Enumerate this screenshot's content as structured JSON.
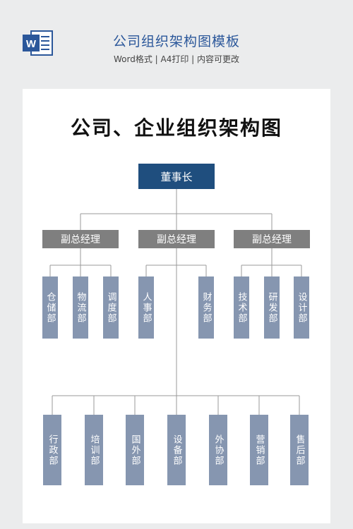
{
  "header": {
    "title": "公司组织架构图模板",
    "subtitle": "Word格式 | A4打印 | 内容可更改",
    "icon": "word-document-icon"
  },
  "doc": {
    "title": "公司、企业组织架构图"
  },
  "colors": {
    "chair": "#1f4e7e",
    "vice_president": "#7f7f7f",
    "department": "#8696b0",
    "connector": "#9a9a9a"
  },
  "org": {
    "chair": "董事长",
    "vice_presidents": [
      "副总经理",
      "副总经理",
      "副总经理"
    ],
    "groups": [
      [
        "仓储部",
        "物流部",
        "调度部"
      ],
      [
        "人事部",
        "财务部"
      ],
      [
        "技术部",
        "研发部",
        "设计部"
      ]
    ],
    "bottom_departments": [
      "行政部",
      "培训部",
      "国外部",
      "设备部",
      "外协部",
      "营销部",
      "售后部"
    ]
  }
}
